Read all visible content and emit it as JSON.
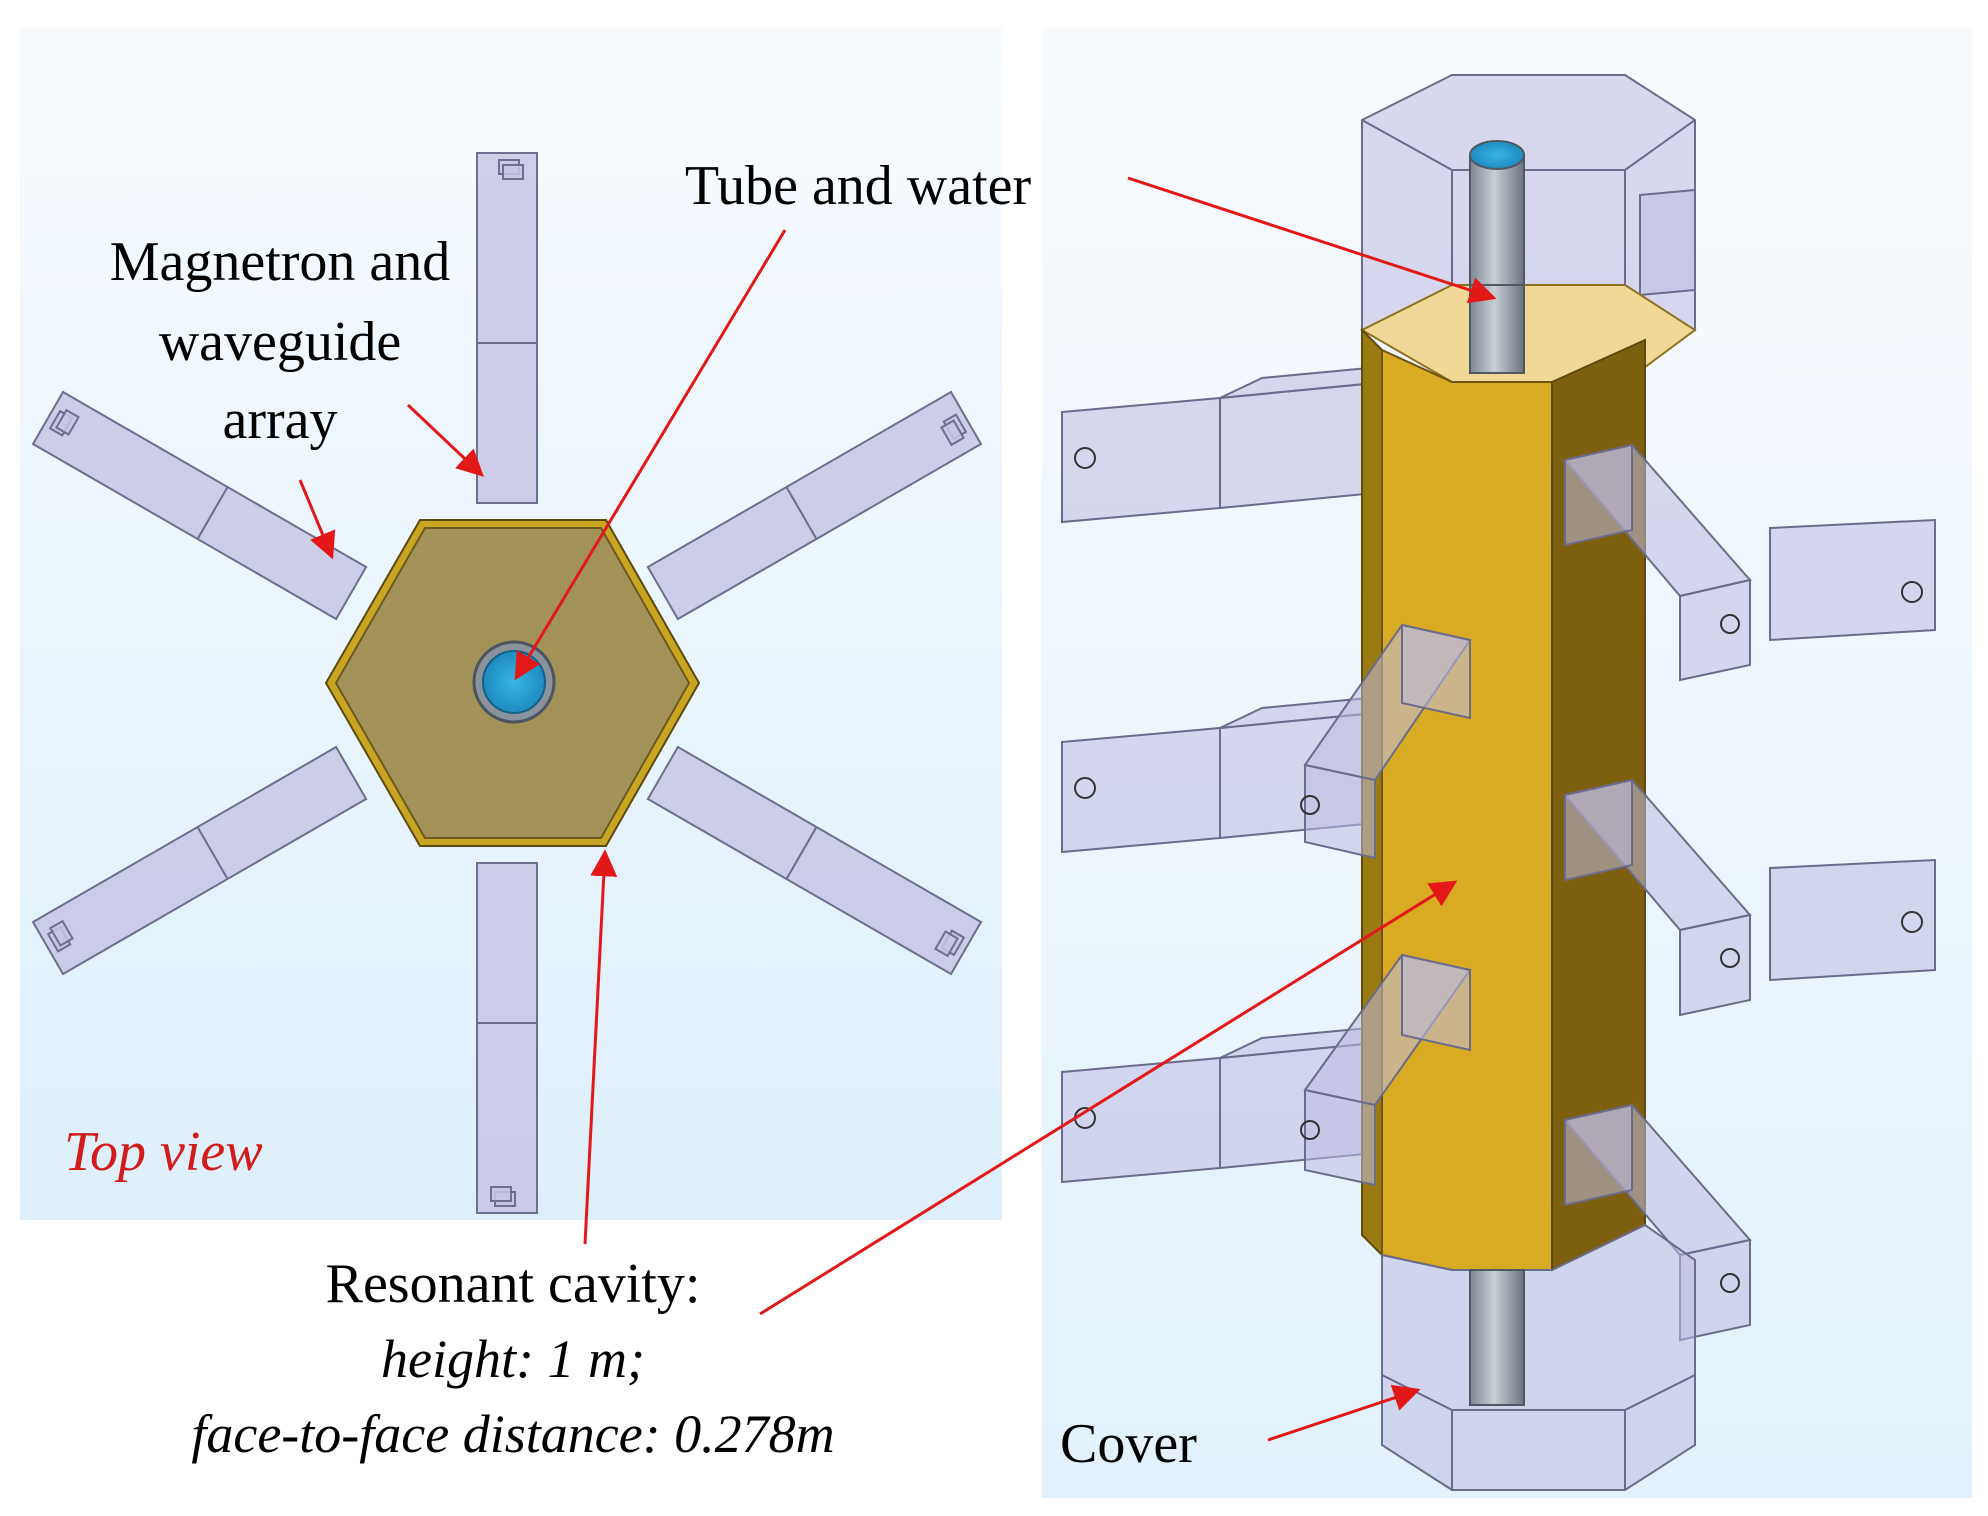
{
  "labels": {
    "tube_and_water": "Tube and water",
    "magnetron_line1": "Magnetron and",
    "magnetron_line2": "waveguide",
    "magnetron_line3": "array",
    "top_view": "Top view",
    "resonant_cavity": "Resonant cavity:",
    "height": "height: 1 m;",
    "face_to_face": "face-to-face distance: 0.278m",
    "cover": "Cover"
  },
  "colors": {
    "arrow": "#e31919",
    "top_view_label": "#d21b1b",
    "cavity_top": "#a39258",
    "cavity_rim": "#c9a521",
    "cavity_front": "#d9ab22",
    "cavity_side": "#7d5f10",
    "waveguide": "#c7c6e3",
    "water": "#2aa6d8",
    "background_panel": "#e6f3fc"
  },
  "icons": {
    "arrow": "red-arrow-icon",
    "hexagon": "hexagon-cavity-icon"
  }
}
